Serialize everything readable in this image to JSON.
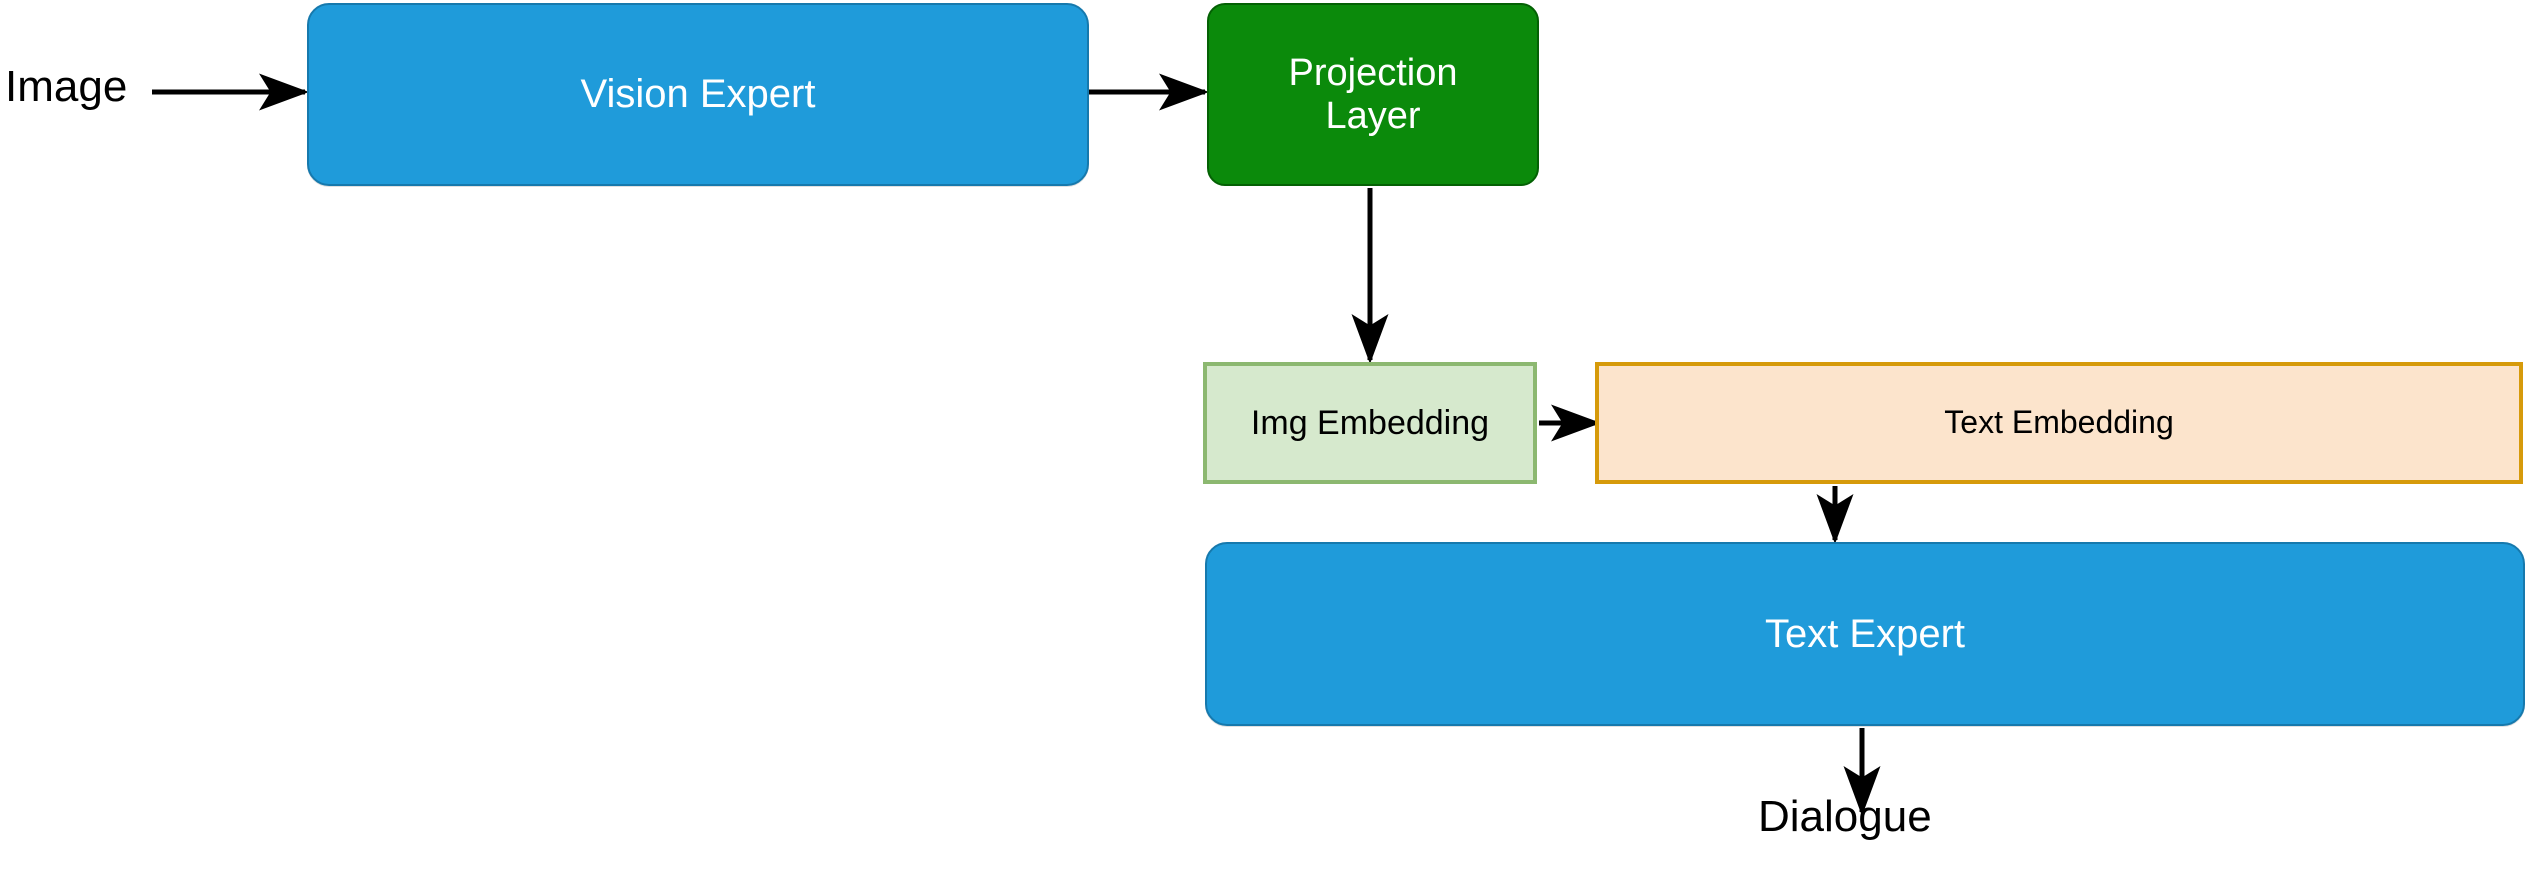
{
  "diagram": {
    "title": "Multimodal model architecture flow",
    "background_color": "#ffffff",
    "nodes": [
      {
        "id": "vision-expert",
        "label": "Vision Expert",
        "shape": "rounded-rect",
        "fill": "#1f9bda",
        "stroke": "#1679ad",
        "text_color": "#ffffff"
      },
      {
        "id": "projection-layer",
        "label": "Projection\nLayer",
        "shape": "rounded-rect",
        "fill": "#0b8a0b",
        "stroke": "#046104",
        "text_color": "#ffffff"
      },
      {
        "id": "img-embedding",
        "label": "Img Embedding",
        "shape": "rect",
        "fill": "#d6e9cd",
        "stroke": "#8cb870",
        "text_color": "#000000"
      },
      {
        "id": "text-embedding",
        "label": "Text Embedding",
        "shape": "rect",
        "fill": "#fce4cc",
        "stroke": "#d69a0a",
        "text_color": "#000000"
      },
      {
        "id": "text-expert",
        "label": "Text Expert",
        "shape": "rounded-rect",
        "fill": "#1f9bda",
        "stroke": "#1679ad",
        "text_color": "#ffffff"
      }
    ],
    "labels": [
      {
        "id": "image",
        "text": "Image",
        "text_color": "#000000"
      },
      {
        "id": "dialogue",
        "text": "Dialogue",
        "text_color": "#000000"
      }
    ],
    "edges": [
      {
        "id": "image-to-vision-expert",
        "from": "image",
        "to": "vision-expert",
        "direction": "right",
        "arrow": "single",
        "color": "#000000"
      },
      {
        "id": "vision-expert-to-projection",
        "from": "vision-expert",
        "to": "projection-layer",
        "direction": "right",
        "arrow": "single",
        "color": "#000000"
      },
      {
        "id": "projection-to-img-embedding",
        "from": "projection-layer",
        "to": "img-embedding",
        "direction": "down",
        "arrow": "single",
        "color": "#000000"
      },
      {
        "id": "img-embedding-to-text-embedding",
        "from": "img-embedding",
        "to": "text-embedding",
        "direction": "right",
        "arrow": "single",
        "color": "#000000"
      },
      {
        "id": "text-embedding-to-text-expert",
        "from": "text-embedding",
        "to": "text-expert",
        "direction": "down",
        "arrow": "single",
        "color": "#000000"
      },
      {
        "id": "text-expert-to-dialogue",
        "from": "text-expert",
        "to": "dialogue",
        "direction": "down",
        "arrow": "single",
        "color": "#000000"
      }
    ]
  }
}
